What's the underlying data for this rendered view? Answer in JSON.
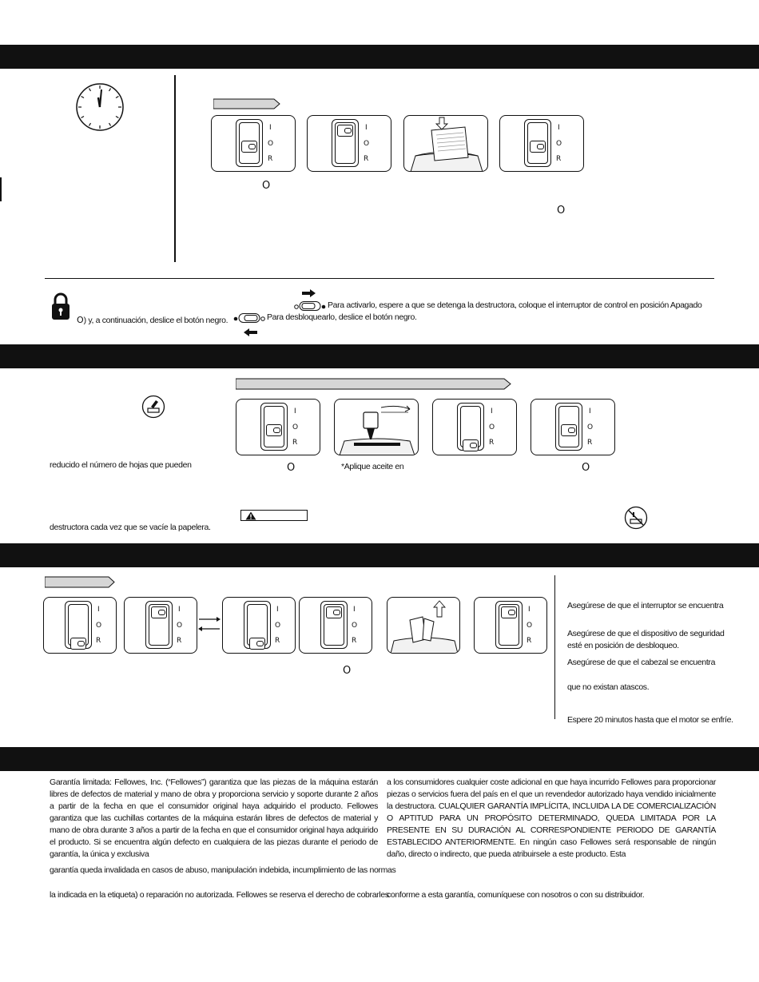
{
  "switch_labels": {
    "on": "I",
    "off": "O",
    "reverse": "R"
  },
  "position_off_symbol": "O",
  "section_operation": {
    "off_symbol_1": "O",
    "off_symbol_2": "O"
  },
  "safety_lock": {
    "line1": "Para activarlo, espere a que se detenga la destructora, coloque el interruptor de control en posición Apagado",
    "line2a": ") y, a continuación, deslice el botón negro.",
    "line2b": "Para desbloquearlo, deslice el botón negro.",
    "off_symbol": "O"
  },
  "section_maintenance": {
    "text1": "reducido el número de hojas que pueden",
    "text2": "destructora cada vez que se vacíe la papelera.",
    "oil_note": "*Aplique aceite en",
    "off_symbol_1": "O",
    "off_symbol_2": "O"
  },
  "section_jam": {
    "off_symbol": "O",
    "checklist": [
      "Asegúrese de que el interruptor se encuentra",
      "Asegúrese de que el dispositivo de seguridad",
      "esté en posición de desbloqueo.",
      "Asegúrese de que el cabezal se encuentra",
      "que no existan atascos.",
      "Espere 20 minutos hasta que el motor se enfríe."
    ]
  },
  "warranty": {
    "left_para1": "Garantía limitada: Fellowes, Inc. (“Fellowes”) garantiza que las piezas de la máquina estarán libres de defectos de material y mano de obra y proporciona servicio y soporte durante 2 años a partir de la fecha en que el consumidor original haya adquirido el producto. Fellowes garantiza que las cuchillas cortantes de la máquina estarán libres de defectos de material y mano de obra durante 3 años a partir de la fecha en que el consumidor original haya adquirido el producto. Si se encuentra algún defecto en cualquiera de las piezas durante el periodo de garantía, la única y exclusiva",
    "left_para2": "garantía queda invalidada en casos de abuso, manipulación indebida, incumplimiento de las normas",
    "left_para3": "la indicada en la etiqueta) o reparación no autorizada. Fellowes se reserva el derecho de cobrarles",
    "right_para1": "a los consumidores cualquier coste adicional en que haya incurrido Fellowes para proporcionar piezas o servicios fuera del país en el que un revendedor autorizado haya vendido inicialmente la destructora. CUALQUIER GARANTÍA IMPLÍCITA, INCLUIDA LA DE COMERCIALIZACIÓN O APTITUD PARA UN PROPÓSITO DETERMINADO, QUEDA LIMITADA POR LA PRESENTE EN SU DURACIÓN AL CORRESPONDIENTE PERIODO DE GARANTÍA ESTABLECIDO ANTERIORMENTE. En ningún caso Fellowes será responsable de ningún daño, directo o indirecto, que pueda atribuirsele a este producto. Esta",
    "right_para2": "conforme a esta garantía, comuníquese con nosotros o con su distribuidor."
  }
}
